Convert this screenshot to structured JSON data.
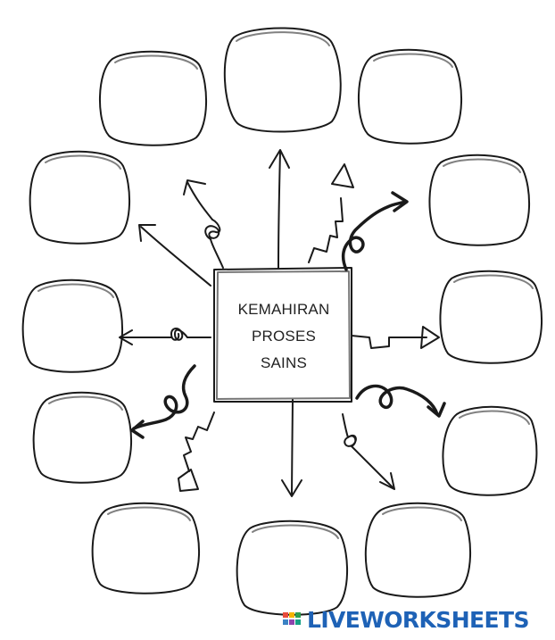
{
  "center": {
    "lines": [
      "KEMAHIRAN",
      "PROSES",
      "SAINS"
    ]
  },
  "bubbles": [
    {
      "name": "top-center"
    },
    {
      "name": "top-left"
    },
    {
      "name": "top-right"
    },
    {
      "name": "upper-left"
    },
    {
      "name": "upper-right"
    },
    {
      "name": "middle-left"
    },
    {
      "name": "middle-right"
    },
    {
      "name": "lower-left"
    },
    {
      "name": "lower-right"
    },
    {
      "name": "bottom-left"
    },
    {
      "name": "bottom-center"
    },
    {
      "name": "bottom-right"
    }
  ],
  "watermark": {
    "text": "LIVEWORKSHEETS",
    "color": "#1e62b6"
  },
  "colors": {
    "stroke": "#1a1a1a",
    "background": "#ffffff"
  }
}
